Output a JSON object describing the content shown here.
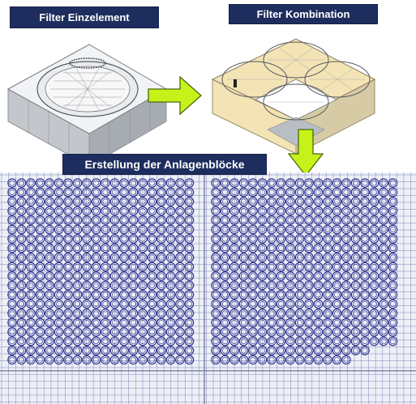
{
  "labels": {
    "single_element": "Filter Einzelement",
    "combination": "Filter Kombination",
    "plant_blocks": "Erstellung der Anlagenblöcke"
  },
  "colors": {
    "label_bg": "#1d2d5e",
    "label_text": "#ffffff",
    "arrow_fill": "#c6f21a",
    "arrow_stroke": "#4a6a10",
    "circle_stroke": "#2b2f8c",
    "grid_line": "#7f84ad",
    "beige_face": "#f3e3b5",
    "grey_face": "#b9bec4"
  },
  "icons": [
    "arrow-right-icon",
    "arrow-down-icon"
  ]
}
